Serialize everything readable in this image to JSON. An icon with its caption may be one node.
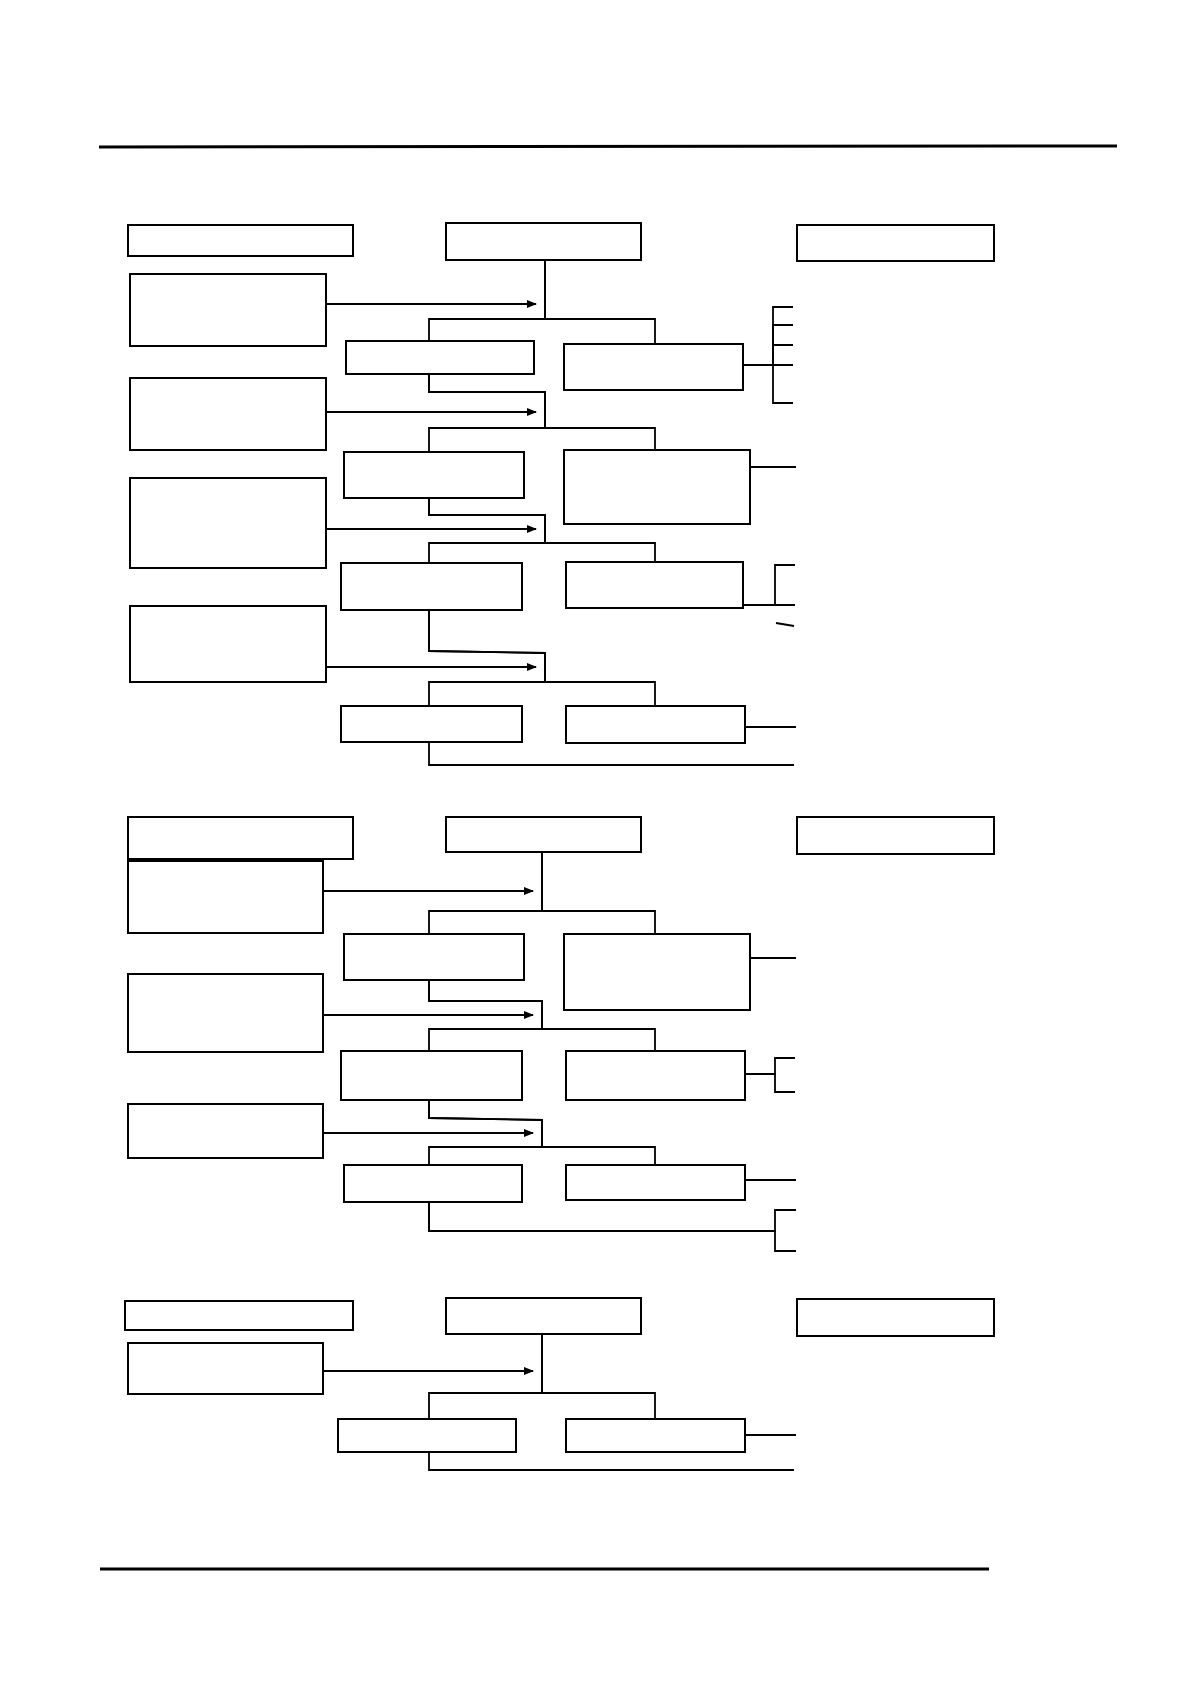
{
  "diagram": {
    "nodes": [
      {
        "text": [],
        "shape": "box"
      },
      {
        "text": [],
        "shape": "box"
      },
      {
        "text": [],
        "shape": "box"
      },
      {
        "text": [],
        "shape": "box"
      },
      {
        "text": [],
        "shape": "box"
      },
      {
        "text": [],
        "shape": "box"
      },
      {
        "text": [],
        "shape": "box"
      },
      {
        "text": [],
        "shape": "box"
      },
      {
        "text": [],
        "shape": "box"
      },
      {
        "text": [],
        "shape": "box"
      },
      {
        "text": [],
        "shape": "box"
      },
      {
        "text": [],
        "shape": "box"
      },
      {
        "text": [],
        "shape": "box"
      },
      {
        "text": [],
        "shape": "box"
      },
      {
        "text": [],
        "shape": "box"
      },
      {
        "text": [],
        "shape": "box"
      },
      {
        "text": [],
        "shape": "box"
      },
      {
        "text": [],
        "shape": "box"
      },
      {
        "text": [],
        "shape": "box"
      },
      {
        "text": [],
        "shape": "box"
      },
      {
        "text": [],
        "shape": "box"
      },
      {
        "text": [],
        "shape": "box"
      },
      {
        "text": [],
        "shape": "box"
      },
      {
        "text": [],
        "shape": "box"
      },
      {
        "text": [],
        "shape": "box"
      },
      {
        "text": [],
        "shape": "box"
      },
      {
        "text": [],
        "shape": "box"
      },
      {
        "text": [],
        "shape": "box"
      },
      {
        "text": [],
        "shape": "box"
      },
      {
        "text": [],
        "shape": "box"
      },
      {
        "text": [],
        "shape": "box"
      },
      {
        "text": [],
        "shape": "box"
      },
      {
        "text": [],
        "shape": "box"
      }
    ],
    "edges": [
      {
        "from": 1,
        "to": 4,
        "arrow": "none"
      },
      {
        "from": 1,
        "to": 5,
        "arrow": "none"
      },
      {
        "from": 3,
        "to": 4,
        "arrow": "to"
      },
      {
        "from": 4,
        "to": 7,
        "arrow": "none"
      },
      {
        "from": 4,
        "to": 8,
        "arrow": "none"
      },
      {
        "from": 6,
        "to": 4,
        "arrow": "to"
      },
      {
        "from": 7,
        "to": 10,
        "arrow": "none"
      },
      {
        "from": 7,
        "to": 11,
        "arrow": "none"
      },
      {
        "from": 9,
        "to": 7,
        "arrow": "to"
      },
      {
        "from": 10,
        "to": 13,
        "arrow": "none"
      },
      {
        "from": 10,
        "to": 14,
        "arrow": "none"
      },
      {
        "from": 12,
        "to": 13,
        "arrow": "to"
      },
      {
        "from": 5,
        "to": null,
        "arrow": "none"
      },
      {
        "from": 5,
        "to": null,
        "arrow": "none"
      },
      {
        "from": 5,
        "to": null,
        "arrow": "none"
      },
      {
        "from": 5,
        "to": null,
        "arrow": "none"
      },
      {
        "from": 5,
        "to": null,
        "arrow": "none"
      },
      {
        "from": 8,
        "to": null,
        "arrow": "none"
      },
      {
        "from": 11,
        "to": null,
        "arrow": "none"
      },
      {
        "from": 11,
        "to": null,
        "arrow": "none"
      },
      {
        "from": 14,
        "to": null,
        "arrow": "none"
      },
      {
        "from": 13,
        "to": null,
        "arrow": "none"
      },
      {
        "from": 16,
        "to": 19,
        "arrow": "none"
      },
      {
        "from": 16,
        "to": 20,
        "arrow": "none"
      },
      {
        "from": 18,
        "to": 16,
        "arrow": "to"
      },
      {
        "from": 19,
        "to": 22,
        "arrow": "none"
      },
      {
        "from": 19,
        "to": 23,
        "arrow": "none"
      },
      {
        "from": 21,
        "to": 20,
        "arrow": "to"
      },
      {
        "from": 22,
        "to": 25,
        "arrow": "none"
      },
      {
        "from": 22,
        "to": 26,
        "arrow": "none"
      },
      {
        "from": 24,
        "to": 25,
        "arrow": "to"
      },
      {
        "from": 20,
        "to": null,
        "arrow": "none"
      },
      {
        "from": 23,
        "to": null,
        "arrow": "none"
      },
      {
        "from": 23,
        "to": null,
        "arrow": "none"
      },
      {
        "from": 26,
        "to": null,
        "arrow": "none"
      },
      {
        "from": 25,
        "to": null,
        "arrow": "none"
      },
      {
        "from": 25,
        "to": null,
        "arrow": "none"
      },
      {
        "from": 28,
        "to": 31,
        "arrow": "none"
      },
      {
        "from": 28,
        "to": 32,
        "arrow": "none"
      },
      {
        "from": 30,
        "to": 28,
        "arrow": "to"
      },
      {
        "from": 32,
        "to": null,
        "arrow": "none"
      },
      {
        "from": 31,
        "to": null,
        "arrow": "none"
      }
    ]
  }
}
